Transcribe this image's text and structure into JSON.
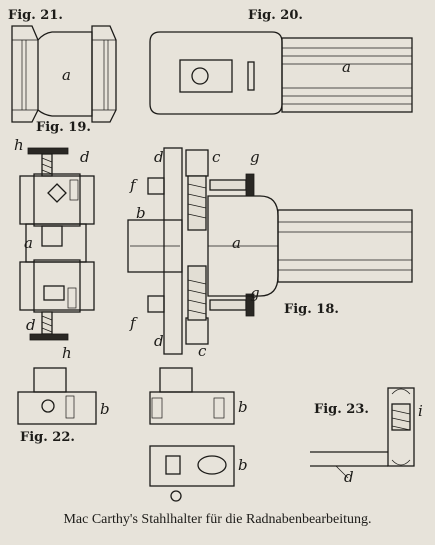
{
  "figures": {
    "fig21": "Fig. 21.",
    "fig20": "Fig. 20.",
    "fig19": "Fig. 19.",
    "fig18": "Fig. 18.",
    "fig22": "Fig. 22.",
    "fig23": "Fig. 23."
  },
  "labels": {
    "a": "a",
    "b": "b",
    "c": "c",
    "d": "d",
    "f": "f",
    "g": "g",
    "h": "h",
    "i": "i"
  },
  "caption": "Mac Carthy's Stahlhalter für die Radnabenbearbeitung."
}
